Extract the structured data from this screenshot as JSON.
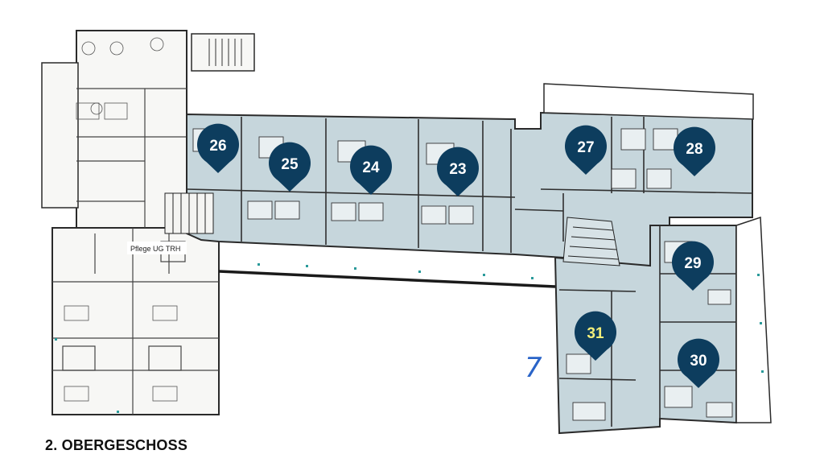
{
  "title": "2. OBERGESCHOSS",
  "room_tag": "Pflege UG TRH",
  "handwritten_mark": "7",
  "colors": {
    "pin_fill": "#0d3d5e",
    "pin_text": "#ffffff",
    "pin_text_highlight": "#f2ee7a",
    "floor_fill": "#c6d6dc",
    "wall": "#2a2a2a",
    "handwriting": "#2a64c8"
  },
  "apartments": [
    {
      "number": "26",
      "highlight": false
    },
    {
      "number": "25",
      "highlight": false
    },
    {
      "number": "24",
      "highlight": false
    },
    {
      "number": "23",
      "highlight": false
    },
    {
      "number": "27",
      "highlight": false
    },
    {
      "number": "28",
      "highlight": false
    },
    {
      "number": "29",
      "highlight": false
    },
    {
      "number": "31",
      "highlight": true
    },
    {
      "number": "30",
      "highlight": false
    }
  ]
}
